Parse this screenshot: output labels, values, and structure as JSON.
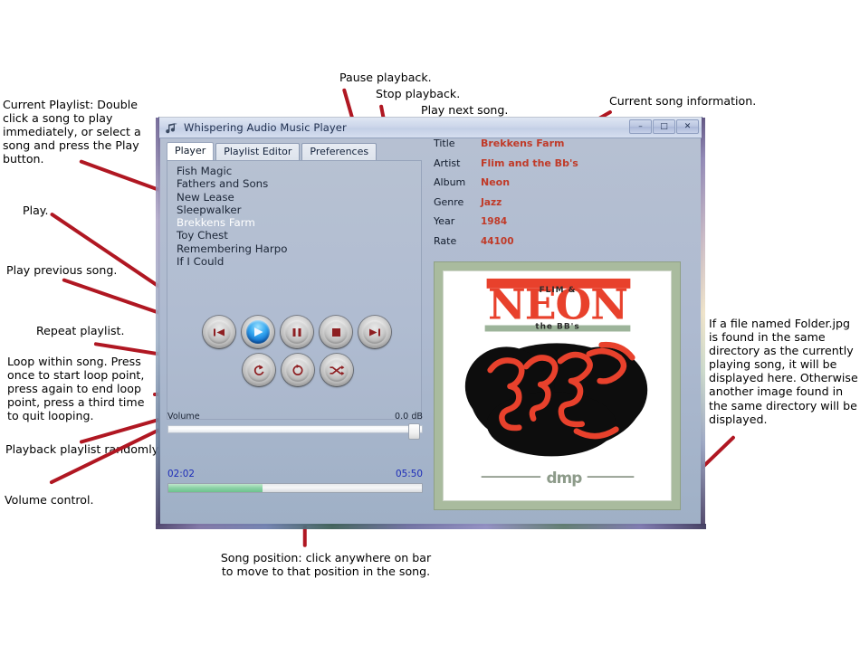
{
  "window": {
    "title": "Whispering Audio Music Player",
    "icon": "music-note-icon",
    "buttons": {
      "minimize": "–",
      "maximize": "□",
      "close": "✕"
    }
  },
  "tabs": [
    {
      "label": "Player",
      "active": true
    },
    {
      "label": "Playlist Editor",
      "active": false
    },
    {
      "label": "Preferences",
      "active": false
    }
  ],
  "playlist": {
    "songs": [
      {
        "title": "Fish Magic",
        "selected": false
      },
      {
        "title": "Fathers and Sons",
        "selected": false
      },
      {
        "title": "New Lease",
        "selected": false
      },
      {
        "title": "Sleepwalker",
        "selected": false
      },
      {
        "title": "Brekkens Farm",
        "selected": true
      },
      {
        "title": "Toy Chest",
        "selected": false
      },
      {
        "title": "Remembering Harpo",
        "selected": false
      },
      {
        "title": "If I Could",
        "selected": false
      }
    ]
  },
  "song_info": {
    "rows": [
      {
        "label": "Title",
        "value": "Brekkens Farm"
      },
      {
        "label": "Artist",
        "value": "Flim and the Bb's"
      },
      {
        "label": "Album",
        "value": "Neon"
      },
      {
        "label": "Genre",
        "value": "Jazz"
      },
      {
        "label": "Year",
        "value": "1984"
      },
      {
        "label": "Rate",
        "value": "44100"
      }
    ],
    "value_color": "#c03a28"
  },
  "album_art": {
    "artist_top": "FLIM &",
    "album_title": "NEON",
    "artist_bottom": "the BB's",
    "label": "dmp"
  },
  "transport": {
    "row1": [
      {
        "name": "previous",
        "glyph": "skip-back-icon"
      },
      {
        "name": "play",
        "glyph": "play-icon",
        "active": true
      },
      {
        "name": "pause",
        "glyph": "pause-icon"
      },
      {
        "name": "stop",
        "glyph": "stop-icon"
      },
      {
        "name": "next",
        "glyph": "skip-forward-icon"
      }
    ],
    "row2": [
      {
        "name": "repeat",
        "glyph": "repeat-icon"
      },
      {
        "name": "loop",
        "glyph": "loop-icon"
      },
      {
        "name": "shuffle",
        "glyph": "shuffle-icon"
      }
    ]
  },
  "volume": {
    "label": "Volume",
    "value": "0.0 dB",
    "percent": 100
  },
  "position": {
    "elapsed": "02:02",
    "total": "05:50",
    "percent": 37
  },
  "annotations": {
    "playlist": "Current Playlist: Double\nclick a song to play\nimmediately, or select a\nsong and press the Play\nbutton.",
    "play": "Play.",
    "previous": "Play previous song.",
    "repeat": "Repeat playlist.",
    "loop": "Loop within song.  Press\nonce to start loop point,\npress again to end loop\npoint, press a third time\nto quit looping.",
    "shuffle": "Playback playlist randomly.",
    "volume": "Volume control.",
    "pause": "Pause playback.",
    "stop": "Stop playback.",
    "next": "Play next song.",
    "song_info": "Current song information.",
    "album_art": "If a file named Folder.jpg\nis found in the same\ndirectory as the currently\nplaying song, it will be\ndisplayed here.  Otherwise\nanother image found in\nthe same directory will be\ndisplayed.",
    "position": "Song position: click anywhere on bar\nto move to that position in the song."
  },
  "colors": {
    "leader_line": "#b01722",
    "selected_song": "#ffffff",
    "time_text": "#1b2bb8",
    "progress_fill": "#8ed4a8"
  }
}
